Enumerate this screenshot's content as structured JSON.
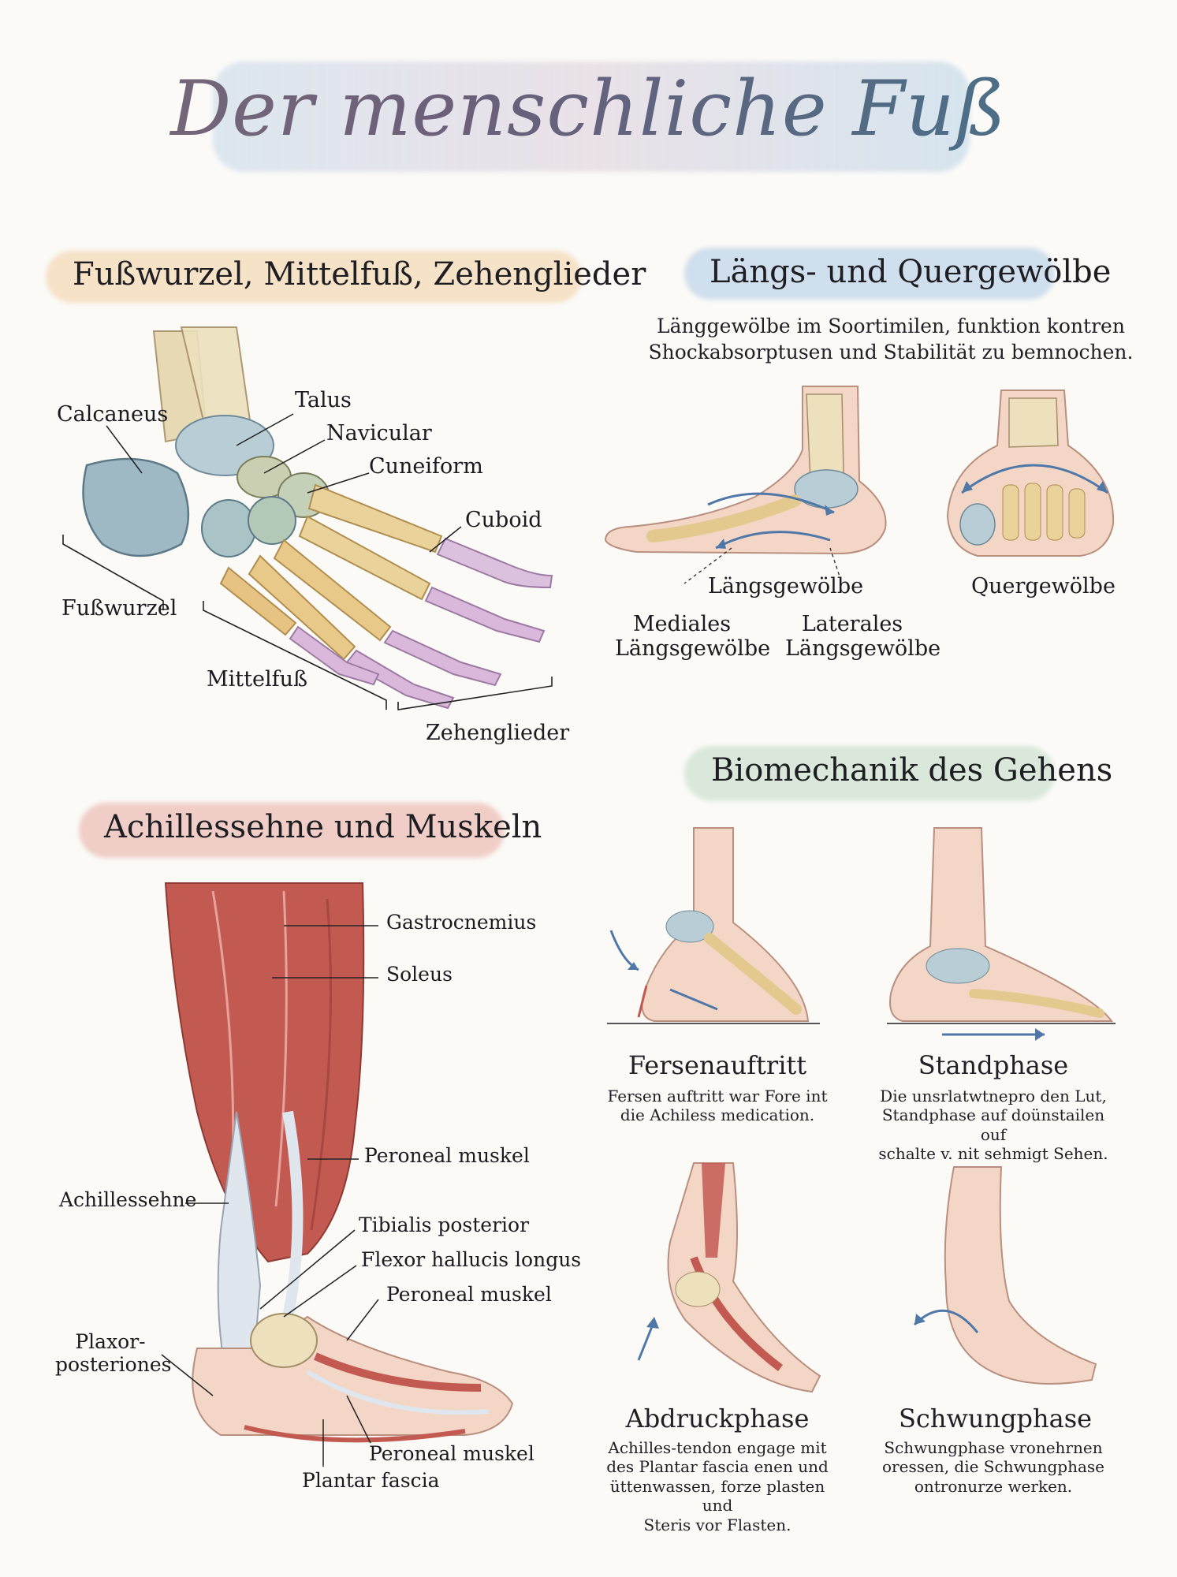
{
  "title": "Der menschliche Fuß",
  "skeleton": {
    "heading": "Fußwurzel, Mittelfuß, Zehenglieder",
    "labels": {
      "calcaneus": "Calcaneus",
      "talus": "Talus",
      "navicular": "Navicular",
      "cuneiform": "Cuneiform",
      "cuboid": "Cuboid",
      "fusswurzel": "Fußwurzel",
      "mittelfuss": "Mittelfuß",
      "zehenglieder": "Zehenglieder"
    }
  },
  "arches": {
    "heading": "Längs- und Quergewölbe",
    "description_line1": "Länggewölbe im Soortimilen, funktion kontren",
    "description_line2": "Shockabsorptusen und Stabilität zu bemnochen.",
    "labels": {
      "laengsgewoelbe": "Längsgewölbe",
      "mediales_line1": "Mediales",
      "mediales_line2": "Längsgewölbe",
      "laterales_line1": "Laterales",
      "laterales_line2": "Längsgewölbe",
      "quergewoelbe": "Quergewölbe"
    }
  },
  "muscles": {
    "heading": "Achillessehne und Muskeln",
    "labels": {
      "gastrocnemius": "Gastrocnemius",
      "soleus": "Soleus",
      "peroneal_1": "Peroneal muskel",
      "achillessehne": "Achillessehne",
      "tibialis_posterior": "Tibialis posterior",
      "flexor_hallucis": "Flexor hallucis longus",
      "peroneal_2": "Peroneal muskel",
      "plaxor_line1": "Plaxor-",
      "plaxor_line2": "posteriones",
      "peroneal_3": "Peroneal muskel",
      "plantar_fascia": "Plantar fascia"
    }
  },
  "gait": {
    "heading": "Biomechanik des Gehens",
    "phases": [
      {
        "title": "Fersenauftritt",
        "desc1": "Fersen auftritt war Fore int",
        "desc2": "die Achiless medication.",
        "desc3": "",
        "desc4": ""
      },
      {
        "title": "Standphase",
        "desc1": "Die unsrlatwtnepro den Lut,",
        "desc2": "Standphase auf doünstailen ouf",
        "desc3": "schalte v. nit sehmigt Sehen.",
        "desc4": ""
      },
      {
        "title": "Abdruckphase",
        "desc1": "Achilles-tendon engage mit",
        "desc2": "des Plantar fascia enen und",
        "desc3": "üttenwassen, forze plasten und",
        "desc4": "Steris vor Flasten."
      },
      {
        "title": "Schwungphase",
        "desc1": "Schwungphase vronehrnen",
        "desc2": "oressen, die Schwungphase",
        "desc3": "ontronurze werken.",
        "desc4": ""
      }
    ]
  },
  "colors": {
    "bone_tarsal": "#9fb9c4",
    "bone_meta": "#e8c98a",
    "bone_phalanx": "#d9b8dc",
    "muscle": "#c35a52",
    "tendon": "#dfe6ee",
    "skin": "#f3d6c6",
    "arrow": "#4f78a8"
  }
}
